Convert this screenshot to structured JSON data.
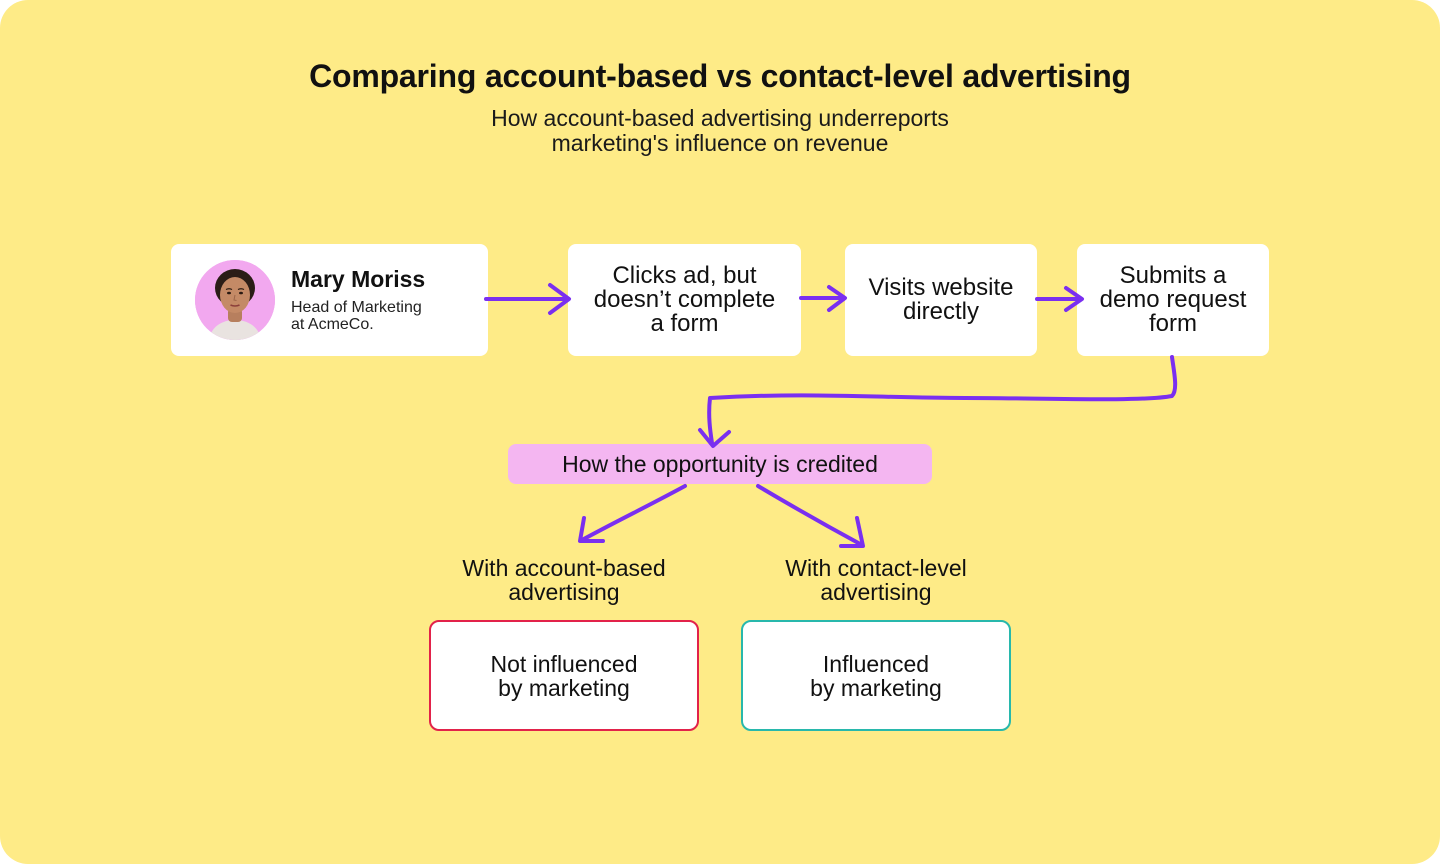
{
  "header": {
    "title": "Comparing account-based vs contact-level advertising",
    "subtitle_lines": [
      "How account-based advertising underreports",
      "marketing's influence on revenue"
    ]
  },
  "person": {
    "name": "Mary Moriss",
    "role_lines": [
      "Head of Marketing",
      "at AcmeCo."
    ]
  },
  "steps": [
    {
      "lines": [
        "Clicks ad, but",
        "doesn’t complete",
        "a form"
      ]
    },
    {
      "lines": [
        "Visits website",
        "directly"
      ]
    },
    {
      "lines": [
        "Submits a",
        "demo request",
        "form"
      ]
    }
  ],
  "credit": {
    "label": "How the opportunity is credited"
  },
  "branches": [
    {
      "label_lines": [
        "With account-based",
        "advertising"
      ],
      "outcome_lines": [
        "Not influenced",
        "by marketing"
      ],
      "border_color": "#e2224a"
    },
    {
      "label_lines": [
        "With contact-level",
        "advertising"
      ],
      "outcome_lines": [
        "Influenced",
        "by marketing"
      ],
      "border_color": "#28b8ac"
    }
  ],
  "colors": {
    "background": "#feeb87",
    "arrow": "#7a2ff0",
    "pill": "#f4b6f1",
    "avatar_bg": "#f2a8ef"
  }
}
